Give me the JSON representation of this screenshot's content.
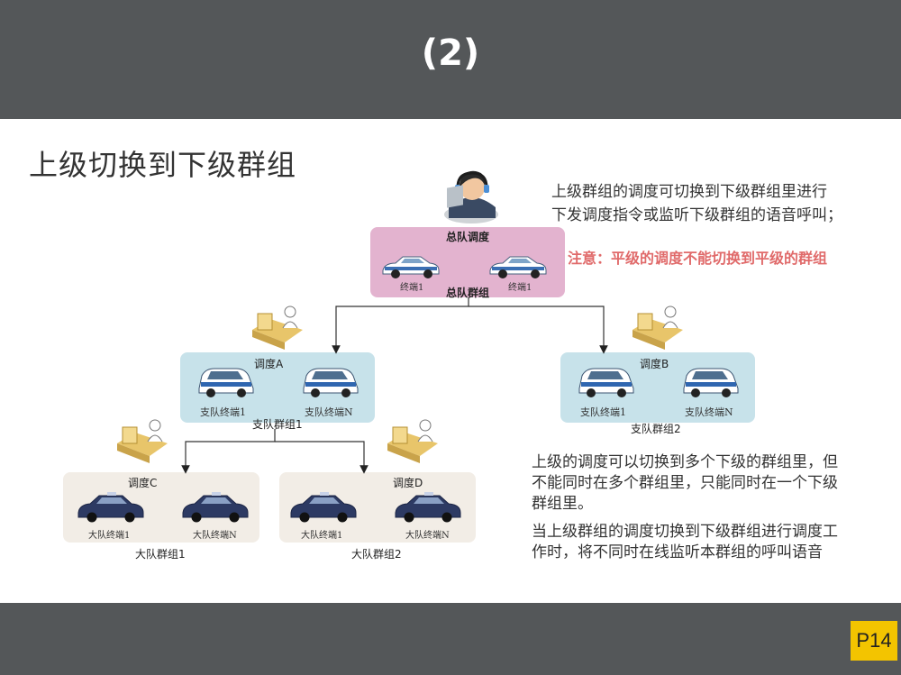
{
  "header": {
    "title": "(2)"
  },
  "main_title": "上级切换到下级群组",
  "description_top": {
    "line1": "上级群组的调度可切换到下级群组里进行",
    "line2": "下发调度指令或监听下级群组的语音呼叫；"
  },
  "note": "注意：平级的调度不能切换到平级的群组",
  "description_bottom": {
    "p1_line1": "上级的调度可以切换到多个下级的群组里，但",
    "p1_line2": "不能同时在多个群组里，只能同时在一个下级",
    "p1_line3": "群组里。",
    "p2_line1": "当上级群组的调度切换到下级群组进行调度工",
    "p2_line2": "作时，将不同时在线监听本群组的呼叫语音"
  },
  "diagram": {
    "hq": {
      "dispatch": "总队调度",
      "group": "总队群组",
      "term1": "终端1",
      "term2": "终端1"
    },
    "branch_a": {
      "dispatch": "调度A",
      "group": "支队群组1",
      "term1": "支队终端1",
      "term2": "支队终端N"
    },
    "branch_b": {
      "dispatch": "调度B",
      "group": "支队群组2",
      "term1": "支队终端1",
      "term2": "支队终端N"
    },
    "brigade_c": {
      "dispatch": "调度C",
      "group": "大队群组1",
      "term1": "大队终端1",
      "term2": "大队终端N"
    },
    "brigade_d": {
      "dispatch": "调度D",
      "group": "大队群组2",
      "term1": "大队终端1",
      "term2": "大队终端N"
    }
  },
  "page_number": "P14",
  "colors": {
    "bar": "#545759",
    "hq_box": "#e3b3cf",
    "branch_box": "#c7e2ea",
    "brigade_box": "#f2ede6",
    "note": "#e06a6a",
    "badge": "#f3c400"
  }
}
